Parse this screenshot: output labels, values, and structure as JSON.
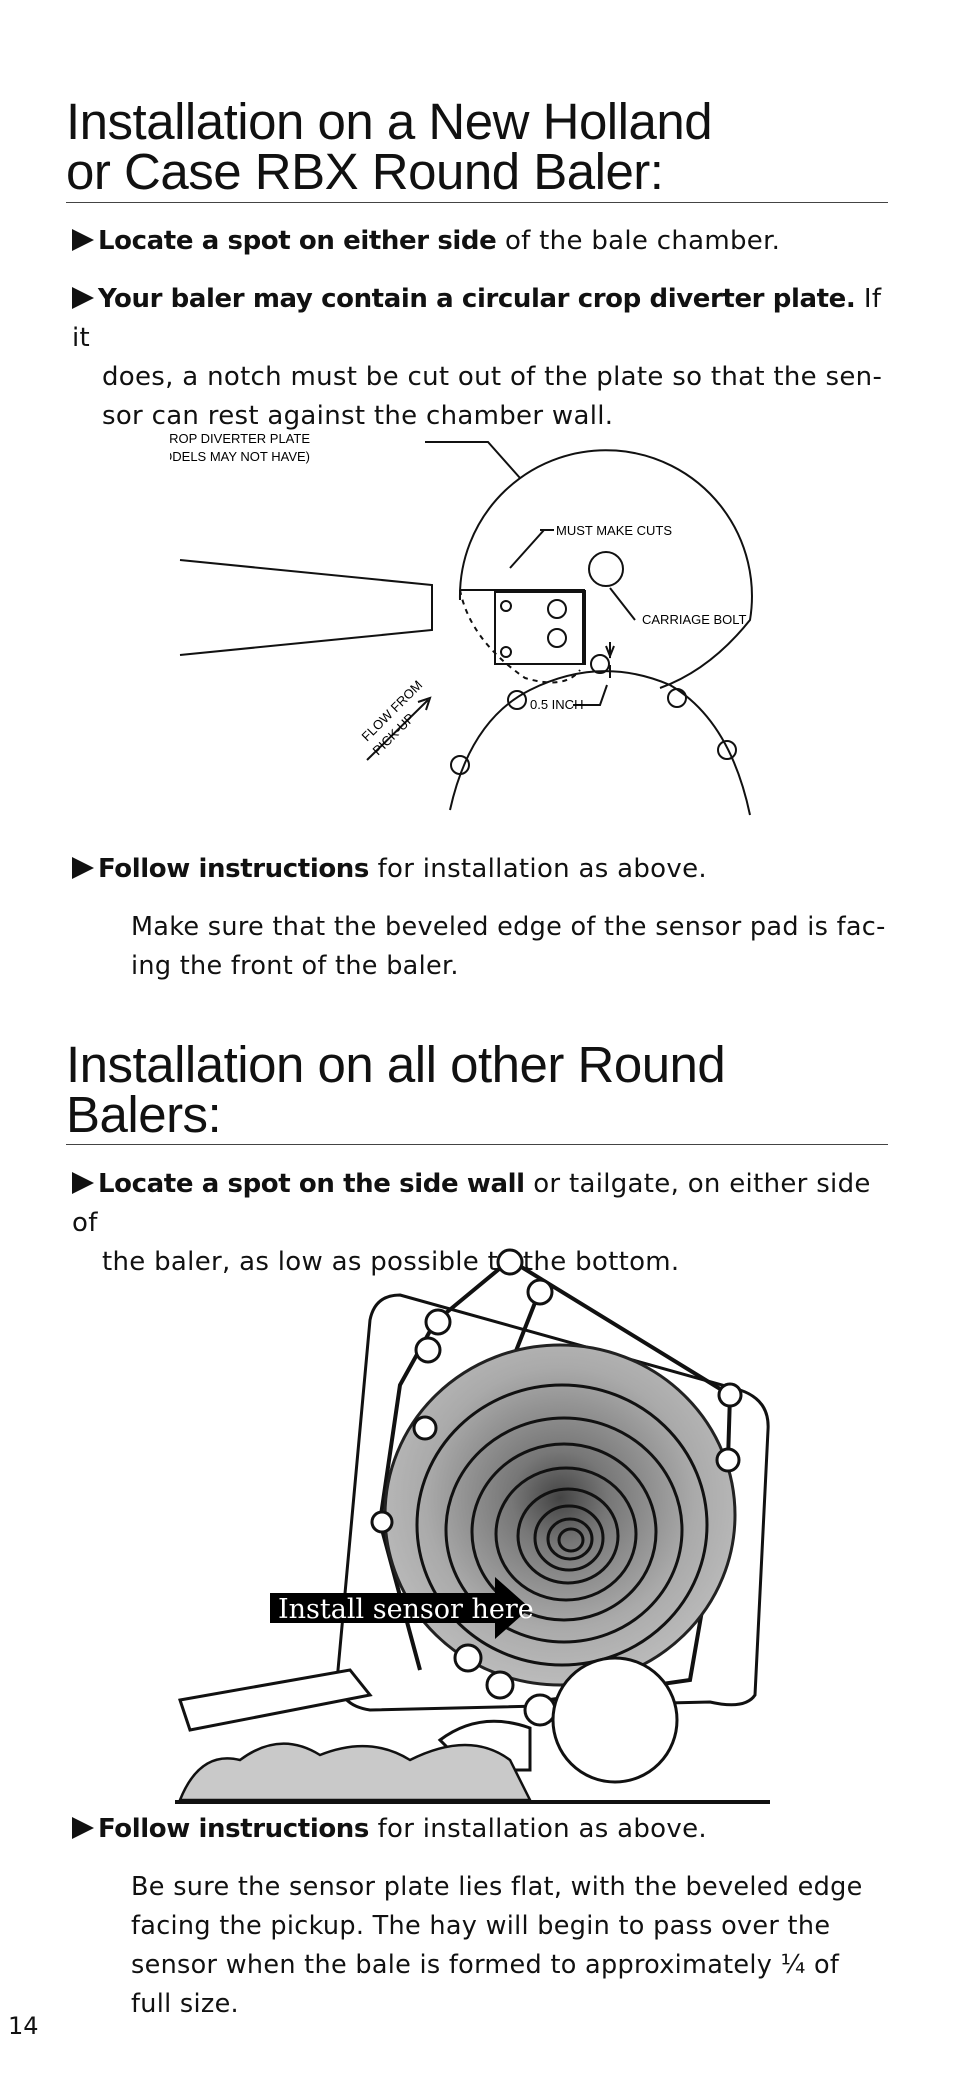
{
  "section1": {
    "title_line1": "Installation on a New Holland",
    "title_line2": "or Case RBX Round Baler:",
    "bullet1_lead": "Locate a spot on either side",
    "bullet1_rest": " of the bale chamber.",
    "bullet2_lead": "Your baler may contain a circular crop diverter plate.",
    "bullet2_rest1": " If it",
    "bullet2_line2": "does, a notch must be cut out of the plate so that the sen-",
    "bullet2_line3": "sor can rest against the chamber wall.",
    "diagram": {
      "label_plate1": "CROP DIVERTER PLATE",
      "label_plate2": "(SOME MODELS MAY NOT HAVE)",
      "label_cuts": "MUST MAKE CUTS",
      "label_bolt": "CARRIAGE BOLT",
      "label_gap": "0.5 INCH",
      "label_flow1": "FLOW FROM",
      "label_flow2": "PICK-UP"
    },
    "bullet3_lead": "Follow instructions",
    "bullet3_rest": " for installation as above.",
    "note_line1": "Make sure that the beveled edge of the sensor pad is fac-",
    "note_line2": "ing the front of the baler."
  },
  "section2": {
    "title_line1": "Installation on all other Round",
    "title_line2": "Balers:",
    "bullet1_lead": "Locate a spot on the side wall",
    "bullet1_rest1": " or tailgate, on either side of",
    "bullet1_line2": "the baler, as low as possible to the bottom.",
    "illustration": {
      "callout": "Install sensor here"
    },
    "bullet2_lead": "Follow instructions",
    "bullet2_rest": " for installation as above.",
    "note_line1": "Be sure the sensor plate lies flat, with the beveled edge",
    "note_line2": "facing the pickup.  The hay will begin to pass over the",
    "note_line3": "sensor when the bale is formed to approximately ¼ of",
    "note_line4": "full size."
  },
  "page_number": "14"
}
